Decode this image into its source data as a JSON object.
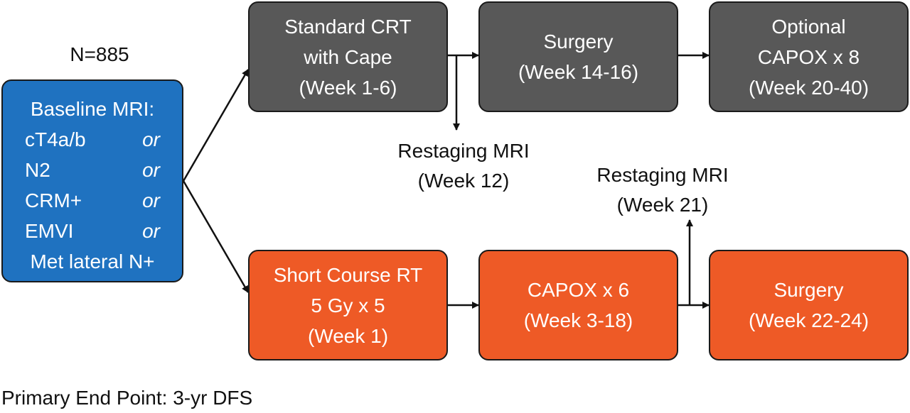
{
  "diagram": {
    "n_label": "N=885",
    "baseline": {
      "title": "Baseline MRI:",
      "criteria": [
        {
          "label": "cT4a/b",
          "connector": "or"
        },
        {
          "label": "N2",
          "connector": "or"
        },
        {
          "label": "CRM+",
          "connector": "or"
        },
        {
          "label": "EMVI",
          "connector": "or"
        }
      ],
      "last": "Met lateral N+",
      "color": "#1f72c0"
    },
    "standard_arm": {
      "color": "#585858",
      "boxes": [
        {
          "lines": [
            "Standard CRT",
            "with Cape",
            "(Week 1-6)"
          ]
        },
        {
          "lines": [
            "Surgery",
            "(Week 14-16)"
          ]
        },
        {
          "lines": [
            "Optional",
            "CAPOX x 8",
            "(Week 20-40)"
          ]
        }
      ],
      "restaging": [
        "Restaging MRI",
        "(Week 12)"
      ]
    },
    "experimental_arm": {
      "color": "#ee5a26",
      "boxes": [
        {
          "lines": [
            "Short Course RT",
            "5 Gy x 5",
            "(Week 1)"
          ]
        },
        {
          "lines": [
            "CAPOX x 6",
            "(Week 3-18)"
          ]
        },
        {
          "lines": [
            "Surgery",
            "(Week 22-24)"
          ]
        }
      ],
      "restaging": [
        "Restaging MRI",
        "(Week 21)"
      ]
    },
    "footer": "Primary End Point: 3-yr DFS"
  }
}
